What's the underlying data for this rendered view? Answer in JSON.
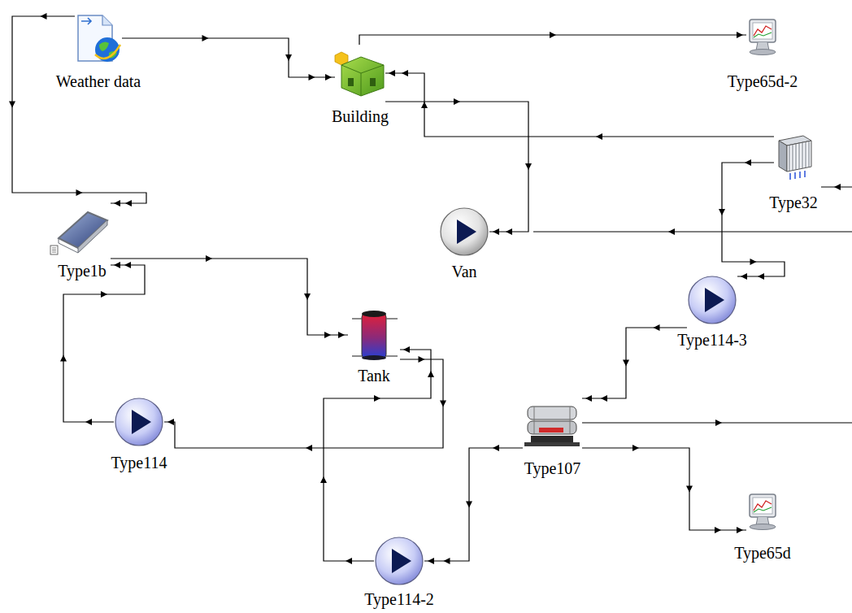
{
  "diagram": {
    "nodes": [
      {
        "text": [
          "Weather data"
        ]
      },
      {
        "text": [
          "Building"
        ]
      },
      {
        "text": [
          "Type65d-2"
        ]
      },
      {
        "text": [
          "Type32"
        ]
      },
      {
        "text": [
          "Type1b"
        ]
      },
      {
        "text": [
          "Van"
        ]
      },
      {
        "text": [
          "Type114-3"
        ]
      },
      {
        "text": [
          "Tank"
        ]
      },
      {
        "text": [
          "Type114"
        ]
      },
      {
        "text": [
          "Type107"
        ]
      },
      {
        "text": [
          "Type65d"
        ]
      },
      {
        "text": [
          "Type114-2"
        ]
      }
    ],
    "edges": [
      {
        "from": 0,
        "to": 1,
        "arrow": "to"
      },
      {
        "from": 0,
        "to": 4,
        "arrow": "to"
      },
      {
        "from": 1,
        "to": 2,
        "arrow": "to"
      },
      {
        "from": 3,
        "to": 1,
        "arrow": "to"
      },
      {
        "from": 1,
        "to": 5,
        "arrow": "to"
      },
      {
        "from": 3,
        "to": 6,
        "arrow": "to"
      },
      {
        "from": 6,
        "to": 9,
        "arrow": "to"
      },
      {
        "from": 9,
        "to": 10,
        "arrow": "to"
      },
      {
        "from": 9,
        "to": 11,
        "arrow": "to"
      },
      {
        "from": 11,
        "to": 7,
        "arrow": "to"
      },
      {
        "from": 7,
        "to": 8,
        "arrow": "to"
      },
      {
        "from": 8,
        "to": 4,
        "arrow": "to"
      },
      {
        "from": 4,
        "to": 7,
        "arrow": "to"
      }
    ]
  }
}
